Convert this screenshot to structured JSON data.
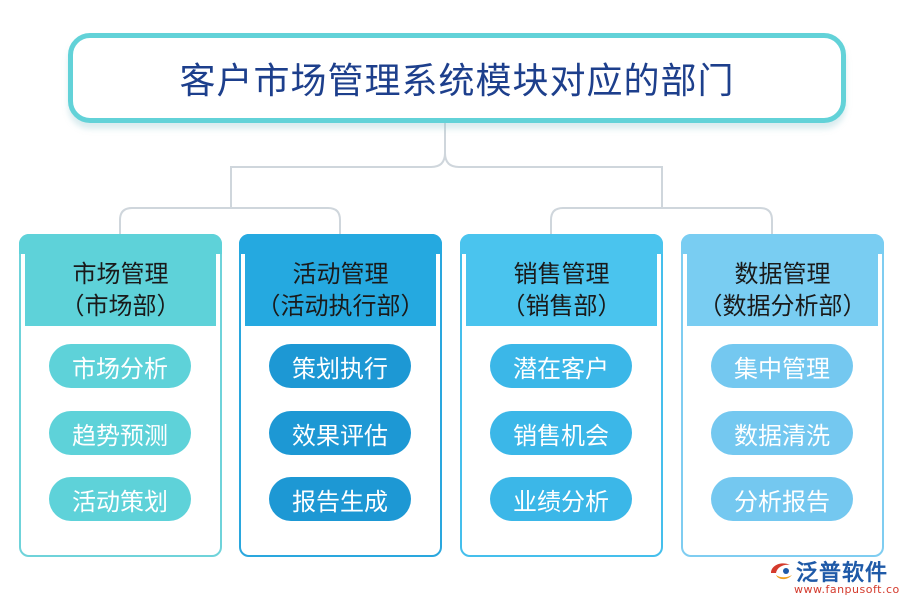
{
  "title": "客户市场管理系统模块对应的部门",
  "modules": [
    {
      "name": "市场管理",
      "dept": "（市场部）",
      "items": [
        "市场分析",
        "趋势预测",
        "活动策划"
      ],
      "colors": {
        "header": "#5ed2d9",
        "pill": "#5ed2d9",
        "border": "#6fd3da"
      }
    },
    {
      "name": "活动管理",
      "dept": "（活动执行部）",
      "items": [
        "策划执行",
        "效果评估",
        "报告生成"
      ],
      "colors": {
        "header": "#25a9e0",
        "pill": "#1d98d4",
        "border": "#2aa7de"
      }
    },
    {
      "name": "销售管理",
      "dept": "（销售部）",
      "items": [
        "潜在客户",
        "销售机会",
        "业绩分析"
      ],
      "colors": {
        "header": "#4ac4ee",
        "pill": "#3bb7e8",
        "border": "#45bfec"
      }
    },
    {
      "name": "数据管理",
      "dept": "（数据分析部）",
      "items": [
        "集中管理",
        "数据清洗",
        "分析报告"
      ],
      "colors": {
        "header": "#79cdf2",
        "pill": "#74c8f0",
        "border": "#7fcdf1"
      }
    }
  ],
  "logo": {
    "brand": "泛普软件",
    "url": "www.fanpusoft.com"
  },
  "colors": {
    "title_border": "#62d2d8",
    "title_text": "#1d3f8c",
    "connector": "#cfd6dc"
  }
}
